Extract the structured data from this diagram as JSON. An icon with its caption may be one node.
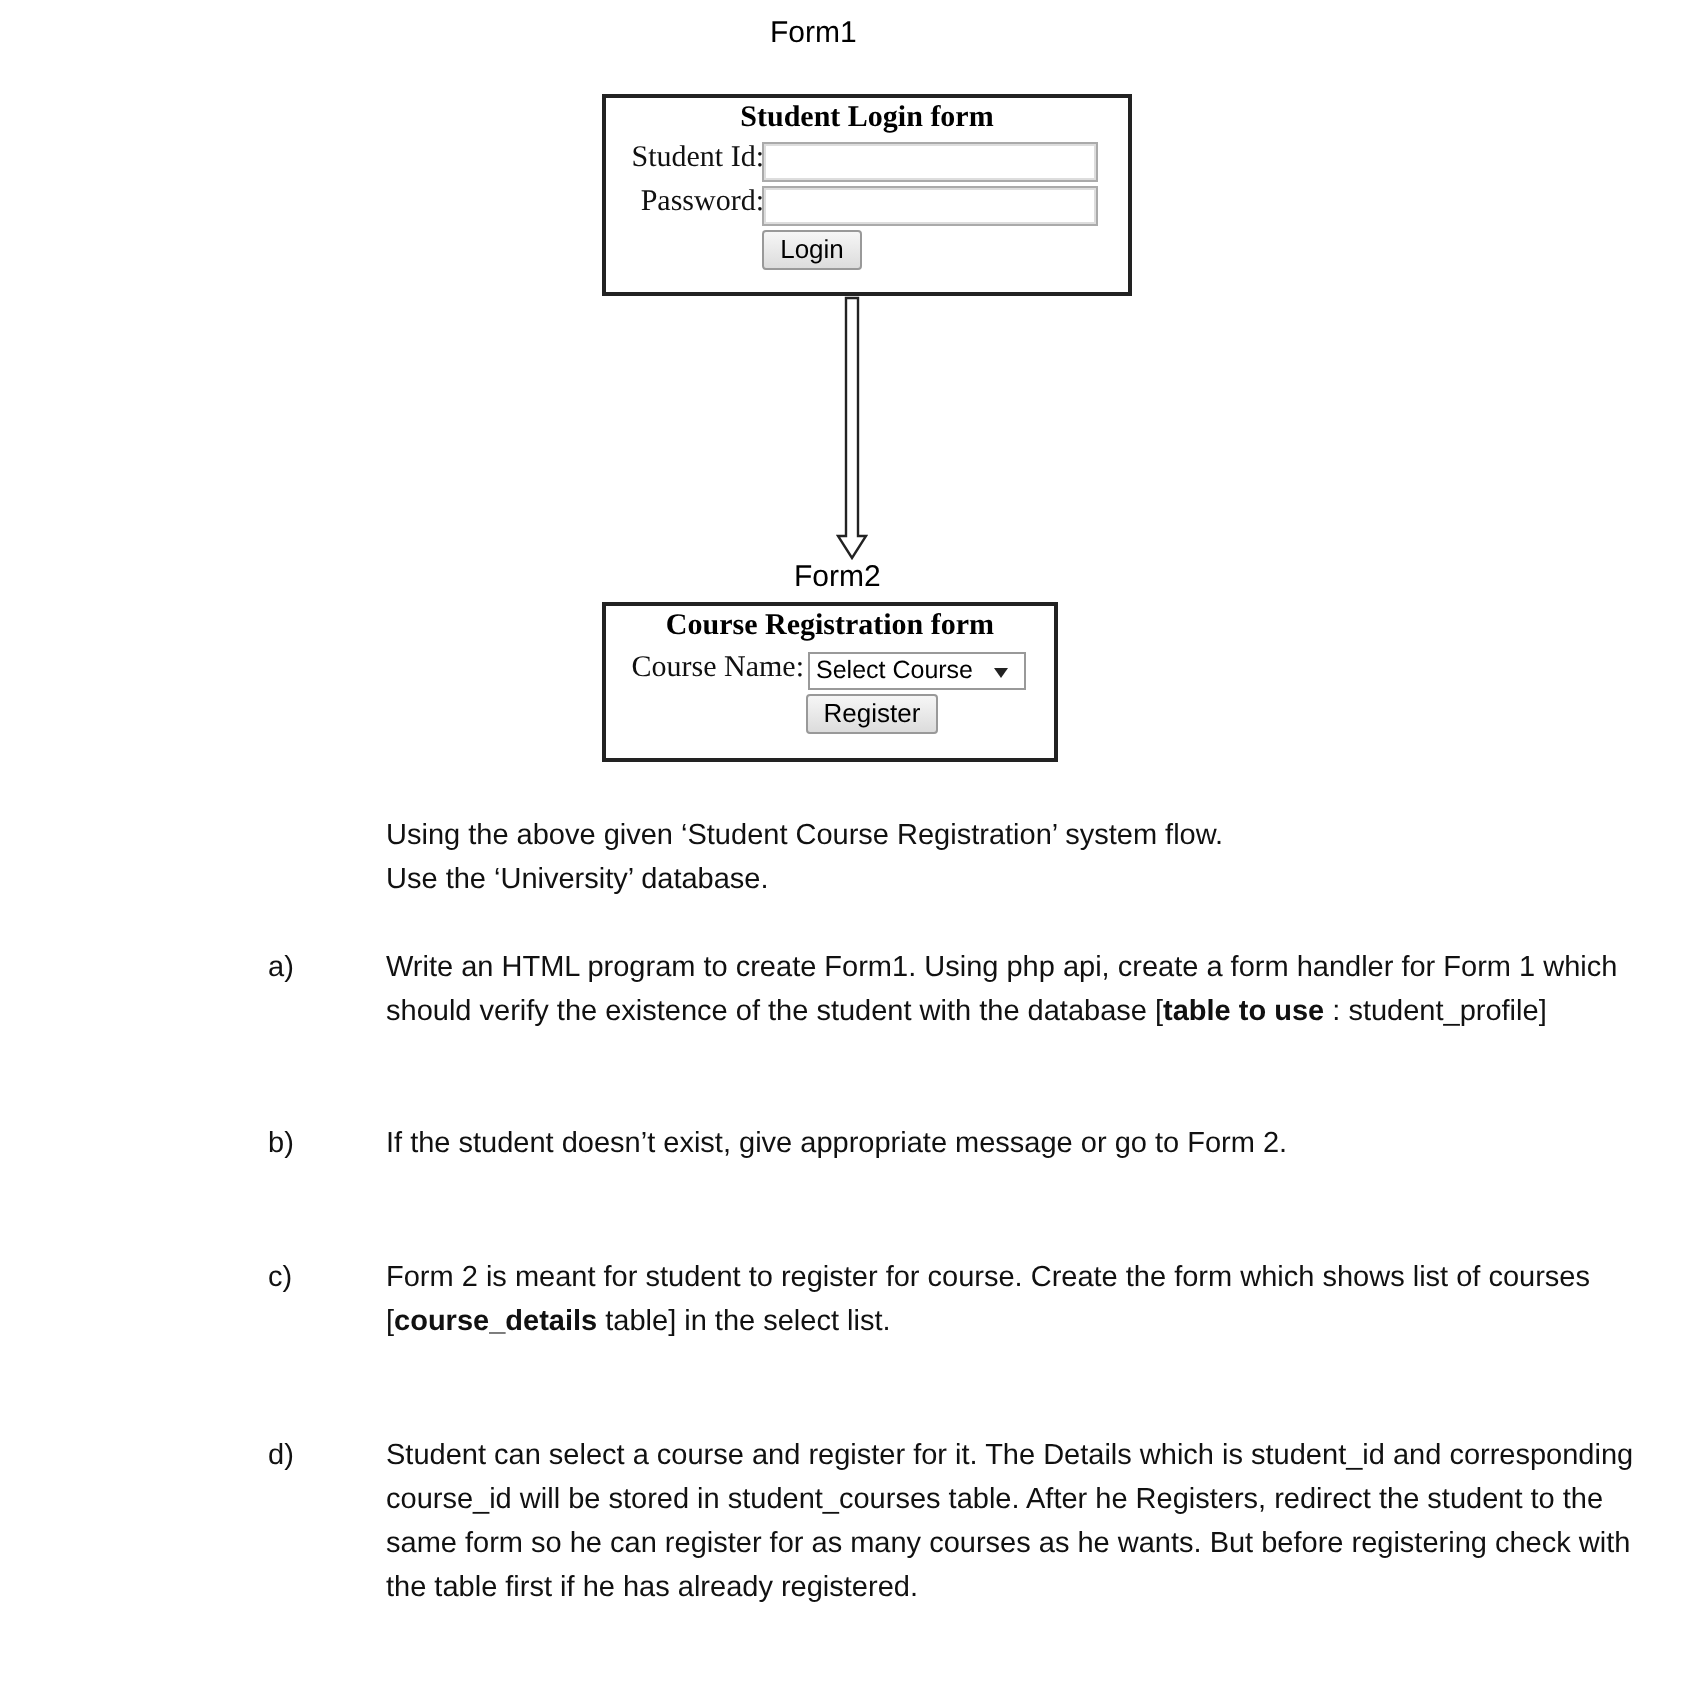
{
  "diagram": {
    "nodes": [
      {
        "text": [
          "Form1",
          "Student Login form"
        ]
      },
      {
        "text": [
          "Login"
        ],
        "in": 0
      },
      {
        "text": [
          "Form2",
          "Course Registration form"
        ]
      },
      {
        "text": [
          "Select Course"
        ],
        "in": 2
      },
      {
        "text": [
          "Register"
        ],
        "in": 2
      }
    ],
    "edges": [
      {
        "from": 0,
        "to": 2,
        "arrow": "to"
      }
    ],
    "labels": [
      "Student Id:",
      "Password:",
      "Course Name:",
      "Using the above given ‘Student Course Registration’ system flow.",
      "Use the ‘University’ database.",
      "a)",
      "Write an HTML program to create Form1. Using php api, create a form handler for Form 1 which should verify the existence of the student with the database [**table to use** : student_profile]",
      "b)",
      "If the student doesn’t exist, give appropriate message or go to Form 2.",
      "c)",
      "Form 2 is meant for student to register for course. Create the form which shows list of courses [**course_details** table] in the select list.",
      "d)",
      "Student can select a course and register for it. The Details which is student_id and corresponding course_id will be stored in student_courses table. After he Registers, redirect the student to the same form so he can register for as many courses as he wants. But before registering check with the table first if he has already registered."
    ]
  }
}
